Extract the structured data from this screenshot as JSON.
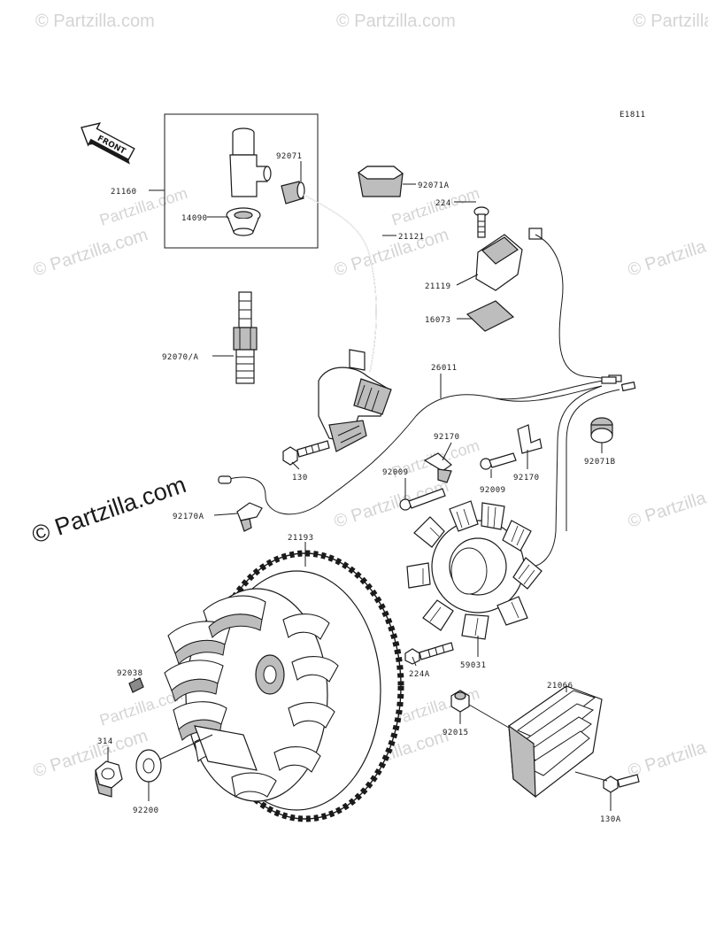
{
  "diagram": {
    "code": "E1811",
    "front_label": "FRONT",
    "callouts": {
      "p21160": "21160",
      "p92071": "92071",
      "p92071a": "92071A",
      "p14090": "14090",
      "p224": "224",
      "p21121": "21121",
      "p21119": "21119",
      "p16073": "16073",
      "p92070a": "92070/A",
      "p26011": "26011",
      "p92170_top": "92170",
      "p92009_a": "92009",
      "p92009_b": "92009",
      "p92170_b": "92170",
      "p92071b": "92071B",
      "p130": "130",
      "p92170a": "92170A",
      "p21193": "21193",
      "p224a": "224A",
      "p59031": "59031",
      "p21066": "21066",
      "p92038": "92038",
      "p92015": "92015",
      "p314": "314",
      "p92200": "92200",
      "p130a": "130A"
    }
  },
  "watermark": {
    "main": "© Partzilla.com",
    "main_site": "Partzilla.com",
    "tile": "© Partzilla.com"
  }
}
